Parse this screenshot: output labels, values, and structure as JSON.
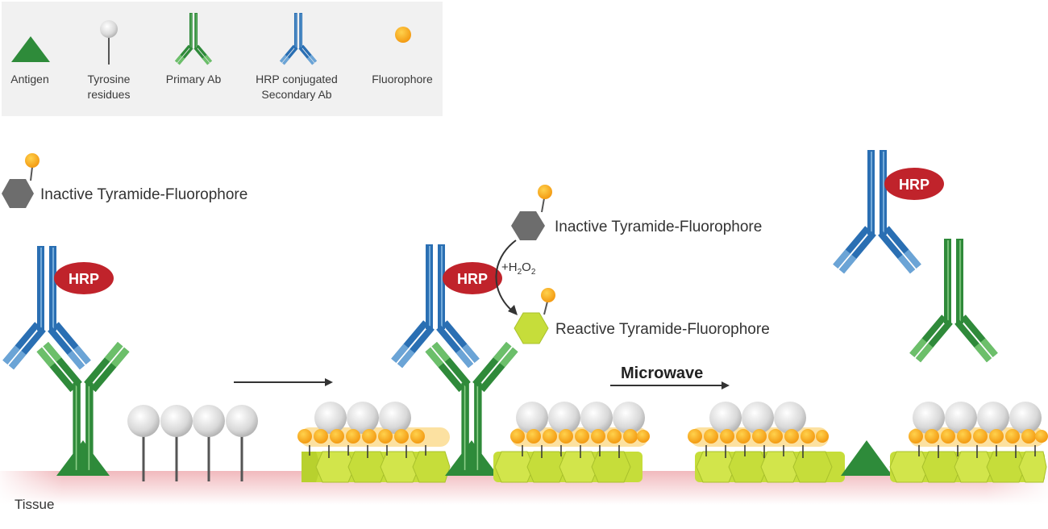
{
  "legend": {
    "antigen": "Antigen",
    "tyrosine_line1": "Tyrosine",
    "tyrosine_line2": "residues",
    "primary_ab": "Primary Ab",
    "hrp_line1": "HRP conjugated",
    "hrp_line2": "Secondary Ab",
    "fluorophore": "Fluorophore"
  },
  "labels": {
    "inactive_1": "Inactive Tyramide-Fluorophore",
    "inactive_2": "Inactive Tyramide-Fluorophore",
    "reactive": "Reactive Tyramide-Fluorophore",
    "h2o2_prefix": "+H",
    "h2o2_sub1": "2",
    "h2o2_mid": "O",
    "h2o2_sub2": "2",
    "microwave": "Microwave",
    "tissue": "Tissue",
    "hrp": "HRP"
  },
  "colors": {
    "secondary_ab": "#2a6fb3",
    "secondary_ab_light": "#6ba4d6",
    "primary_ab": "#2f8a3a",
    "primary_ab_light": "#6cbf6a",
    "antigen": "#2e8b3a",
    "hrp": "#c0232b",
    "fluorophore": "#f5a623",
    "tyramide_inactive": "#6d6d6d",
    "tyramide_reactive": "#c6dd3a",
    "tissue": "#f6d3d5"
  }
}
